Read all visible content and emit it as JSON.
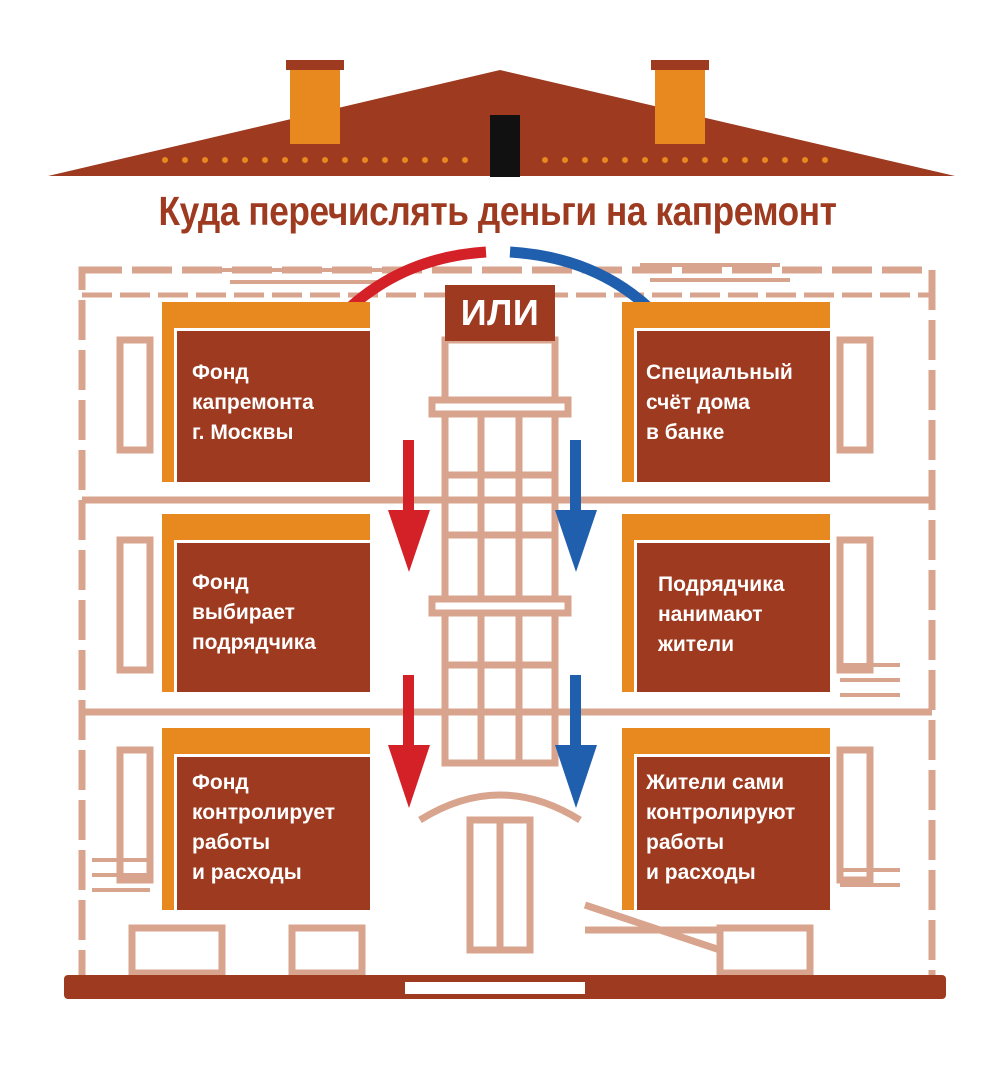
{
  "title": "Куда перечислять деньги на капремонт",
  "or_label": "ИЛИ",
  "left_column": [
    {
      "text": "Фонд\nкапремонта\nг. Москвы"
    },
    {
      "text": "Фонд\nвыбирает\nподрядчика"
    },
    {
      "text": "Фонд\nконтролирует\nработы\nи расходы"
    }
  ],
  "right_column": [
    {
      "text": "Специальный\nсчёт дома\nв банке"
    },
    {
      "text": "Подрядчика\nнанимают\nжители"
    },
    {
      "text": "Жители сами\nконтролируют\nработы\nи расходы"
    }
  ],
  "colors": {
    "brick": "#9e3a20",
    "orange": "#e8891f",
    "sketch": "#d9a48e",
    "arrow_left": "#d42027",
    "arrow_right": "#1f5fae"
  }
}
